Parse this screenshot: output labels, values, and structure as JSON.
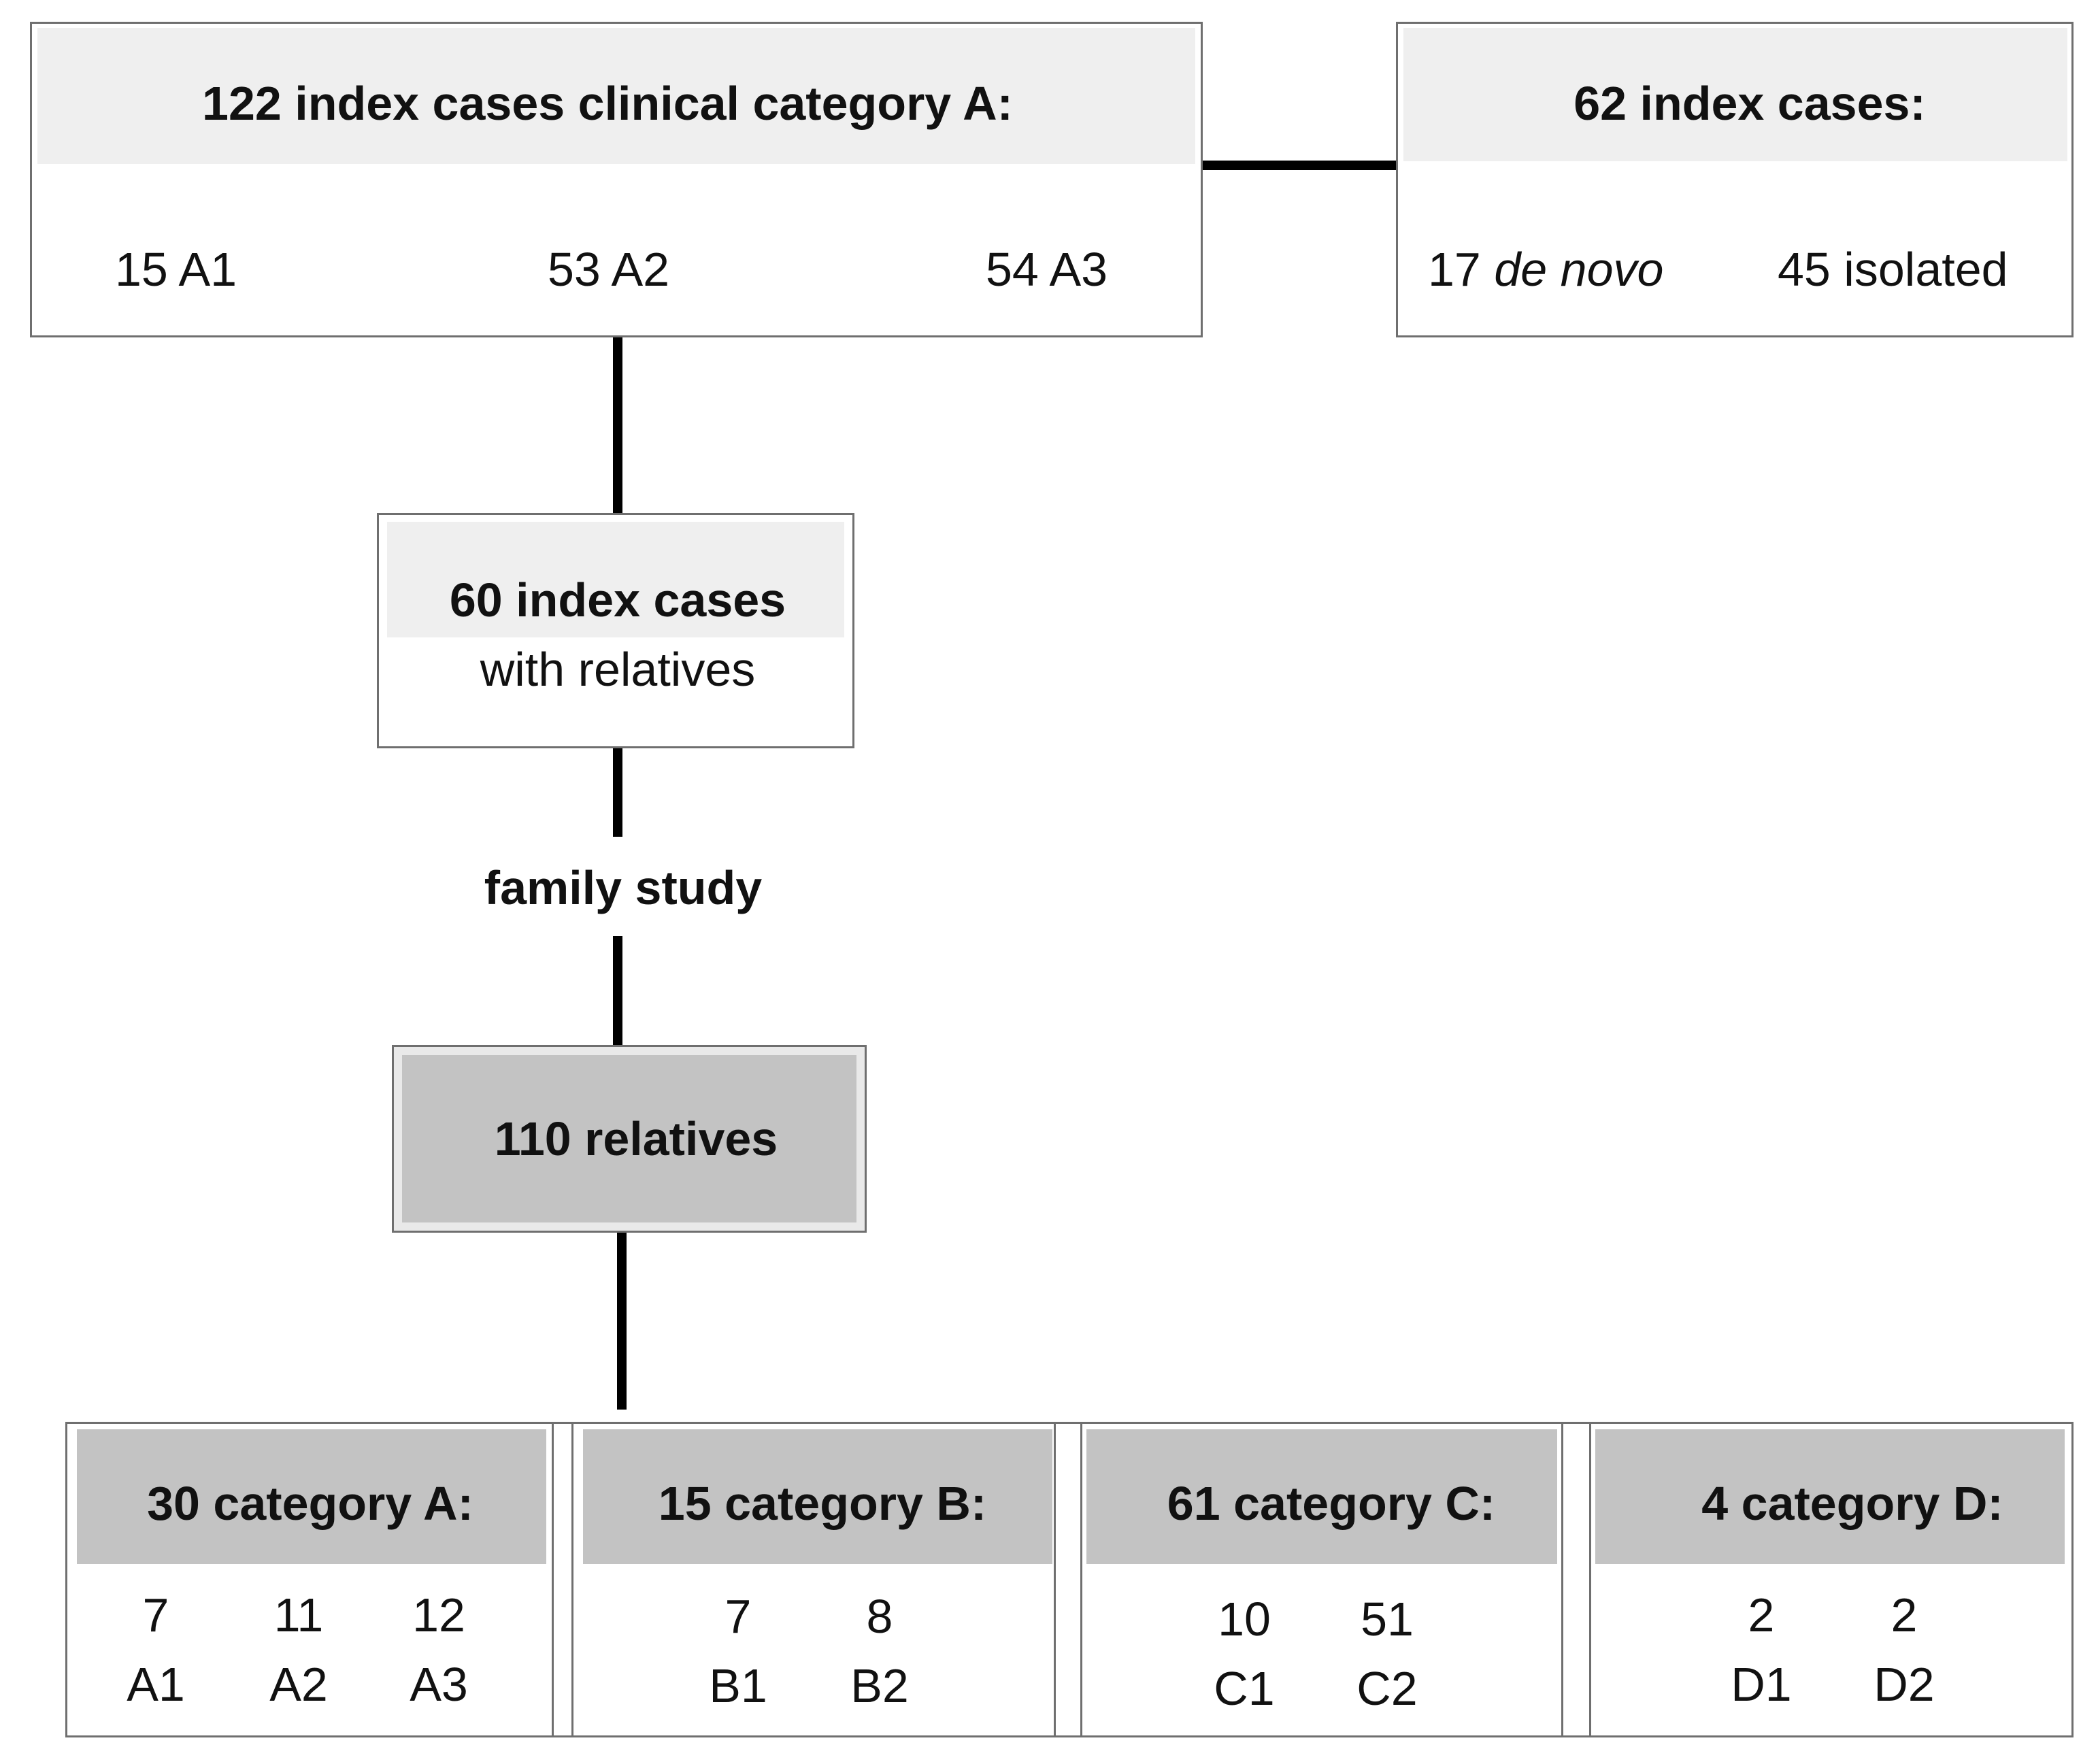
{
  "top_left": {
    "title": "122 index cases clinical category A:",
    "items": [
      "15 A1",
      "53 A2",
      "54 A3"
    ]
  },
  "top_right": {
    "title": "62 index cases:",
    "denovo_count": "17",
    "denovo_label": "de novo",
    "isolated": "45 isolated"
  },
  "middle": {
    "title": "60 index cases",
    "subtitle": "with relatives"
  },
  "connector_label": "family study",
  "relatives": {
    "title": "110 relatives"
  },
  "categories": [
    {
      "title": "30 category  A:",
      "counts": [
        "7",
        "11",
        "12"
      ],
      "labels": [
        "A1",
        "A2",
        "A3"
      ]
    },
    {
      "title": "15 category  B:",
      "counts": [
        "7",
        "8"
      ],
      "labels": [
        "B1",
        "B2"
      ]
    },
    {
      "title": "61 category  C:",
      "counts": [
        "10",
        "51"
      ],
      "labels": [
        "C1",
        "C2"
      ]
    },
    {
      "title": "4 category D:",
      "counts": [
        "2",
        "2"
      ],
      "labels": [
        "D1",
        "D2"
      ]
    }
  ]
}
